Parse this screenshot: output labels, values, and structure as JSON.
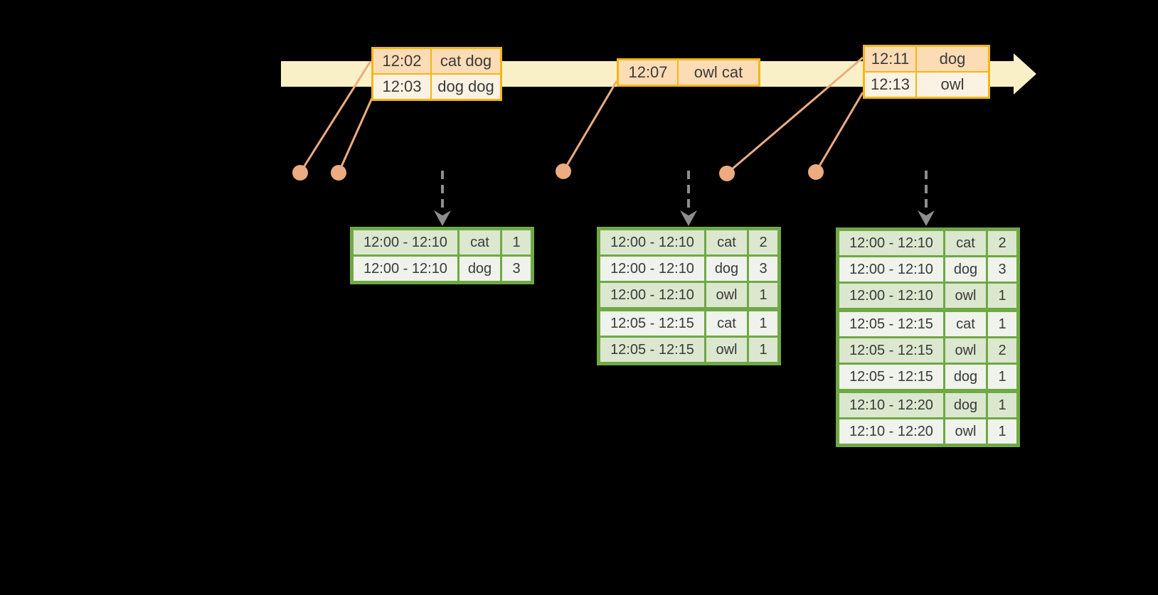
{
  "colors": {
    "background": "#000000",
    "timeline_band": "#FAF0C8",
    "event_box_border": "#F2B715",
    "event_fill_peach": "#FBDCB5",
    "event_fill_cream": "#FCF2E3",
    "table_border_green": "#70A845",
    "row_fill_green_dark": "#DBE7CF",
    "row_fill_green_light": "#EFF3EB",
    "connector_salmon": "#ECAB81",
    "trigger_arrow_gray": "#8E8E8E",
    "text": "#3A3A3A"
  },
  "event_boxes": [
    {
      "rows": [
        {
          "time": "12:02",
          "words": "cat dog"
        },
        {
          "time": "12:03",
          "words": "dog dog"
        }
      ]
    },
    {
      "rows": [
        {
          "time": "12:07",
          "words": "owl cat"
        }
      ]
    },
    {
      "rows": [
        {
          "time": "12:11",
          "words": "dog"
        },
        {
          "time": "12:13",
          "words": "owl"
        }
      ]
    }
  ],
  "result_tables": [
    {
      "rows": [
        {
          "window": "12:00 - 12:10",
          "word": "cat",
          "count": "1"
        },
        {
          "window": "12:00 - 12:10",
          "word": "dog",
          "count": "3"
        }
      ]
    },
    {
      "rows": [
        {
          "window": "12:00 - 12:10",
          "word": "cat",
          "count": "2"
        },
        {
          "window": "12:00 - 12:10",
          "word": "dog",
          "count": "3"
        },
        {
          "window": "12:00 - 12:10",
          "word": "owl",
          "count": "1"
        },
        {
          "window": "12:05 - 12:15",
          "word": "cat",
          "count": "1"
        },
        {
          "window": "12:05 - 12:15",
          "word": "owl",
          "count": "1"
        }
      ]
    },
    {
      "rows": [
        {
          "window": "12:00 - 12:10",
          "word": "cat",
          "count": "2"
        },
        {
          "window": "12:00 - 12:10",
          "word": "dog",
          "count": "3"
        },
        {
          "window": "12:00 - 12:10",
          "word": "owl",
          "count": "1"
        },
        {
          "window": "12:05 - 12:15",
          "word": "cat",
          "count": "1"
        },
        {
          "window": "12:05 - 12:15",
          "word": "owl",
          "count": "2"
        },
        {
          "window": "12:05 - 12:15",
          "word": "dog",
          "count": "1"
        },
        {
          "window": "12:10 - 12:20",
          "word": "dog",
          "count": "1"
        },
        {
          "window": "12:10 - 12:20",
          "word": "owl",
          "count": "1"
        }
      ]
    }
  ]
}
